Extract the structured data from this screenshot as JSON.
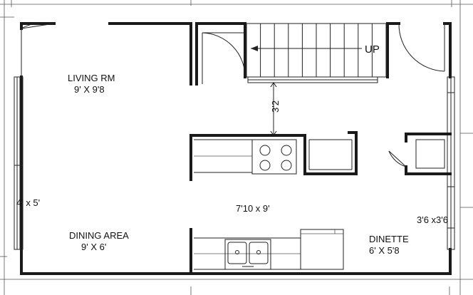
{
  "rooms": {
    "living": {
      "name": "LIVING RM",
      "size": "9' X 9'8"
    },
    "dining": {
      "name": "DINING AREA",
      "size": "9' X 6'"
    },
    "dinette": {
      "name": "DINETTE",
      "size": "6' X 5'8"
    }
  },
  "dimensions": {
    "kitchen": "7'10 x 9'",
    "stair_clearance": "3'2",
    "window": "4' x 5'",
    "closet": "3'6 x3'6"
  },
  "stairs": {
    "label": "UP",
    "tread_count": 10
  },
  "colors": {
    "wall": "#1a1a1a",
    "line": "#222222",
    "background": "#ffffff"
  }
}
